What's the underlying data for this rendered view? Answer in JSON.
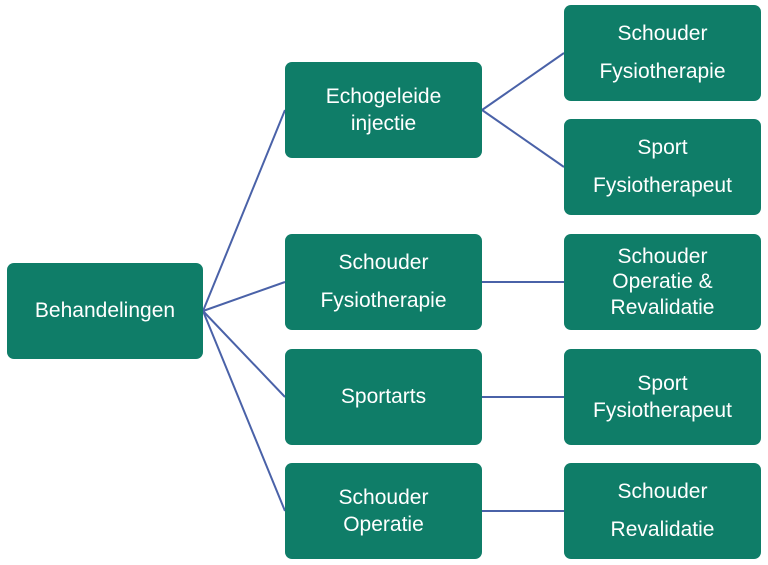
{
  "colors": {
    "node_fill": "#0f7d68",
    "node_text": "#ffffff",
    "connector": "#4a62a8",
    "background": "#ffffff"
  },
  "root": {
    "lines": [
      "Behandelingen"
    ]
  },
  "level1": [
    {
      "lines": [
        "Echogeleide",
        "injectie"
      ]
    },
    {
      "lines": [
        "Schouder",
        "Fysiotherapie"
      ]
    },
    {
      "lines": [
        "Sportarts"
      ]
    },
    {
      "lines": [
        "Schouder",
        "Operatie"
      ]
    }
  ],
  "level2": [
    {
      "lines": [
        "Schouder",
        "Fysiotherapie"
      ]
    },
    {
      "lines": [
        "Sport",
        "Fysiotherapeut"
      ]
    },
    {
      "lines": [
        "Schouder",
        "Operatie &",
        "Revalidatie"
      ]
    },
    {
      "lines": [
        "Sport",
        "Fysiotherapeut"
      ]
    },
    {
      "lines": [
        "Schouder",
        "Revalidatie"
      ]
    }
  ]
}
